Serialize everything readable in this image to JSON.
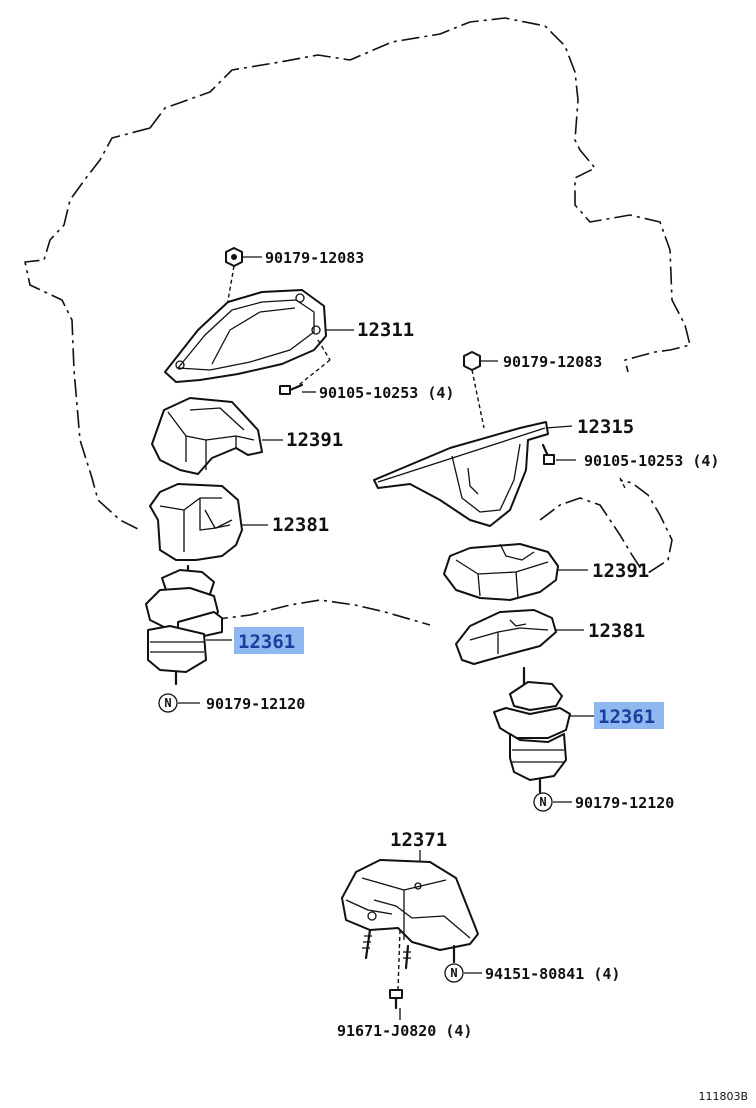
{
  "diagram_code": "111803B",
  "labels": {
    "nut_top_left": "90179-12083",
    "bracket_left": "12311",
    "bolt_left": "90105-10253 (4)",
    "insulator_left": "12391",
    "stopper_left": "12381",
    "mount_left": "12361",
    "nut_bottom_left_symbol": "N",
    "nut_bottom_left": "90179-12120",
    "nut_top_right": "90179-12083",
    "bracket_right": "12315",
    "bolt_right": "90105-10253 (4)",
    "insulator_right": "12391",
    "stopper_right": "12381",
    "mount_right": "12361",
    "nut_bottom_right_symbol": "N",
    "nut_bottom_right": "90179-12120",
    "rear_mount": "12371",
    "rear_bolt_symbol": "N",
    "rear_bolt": "94151-80841 (4)",
    "rear_stud": "91671-J0820 (4)"
  },
  "highlight_color": "#8fb8f0",
  "highlight_text_color": "#1a3f9e"
}
